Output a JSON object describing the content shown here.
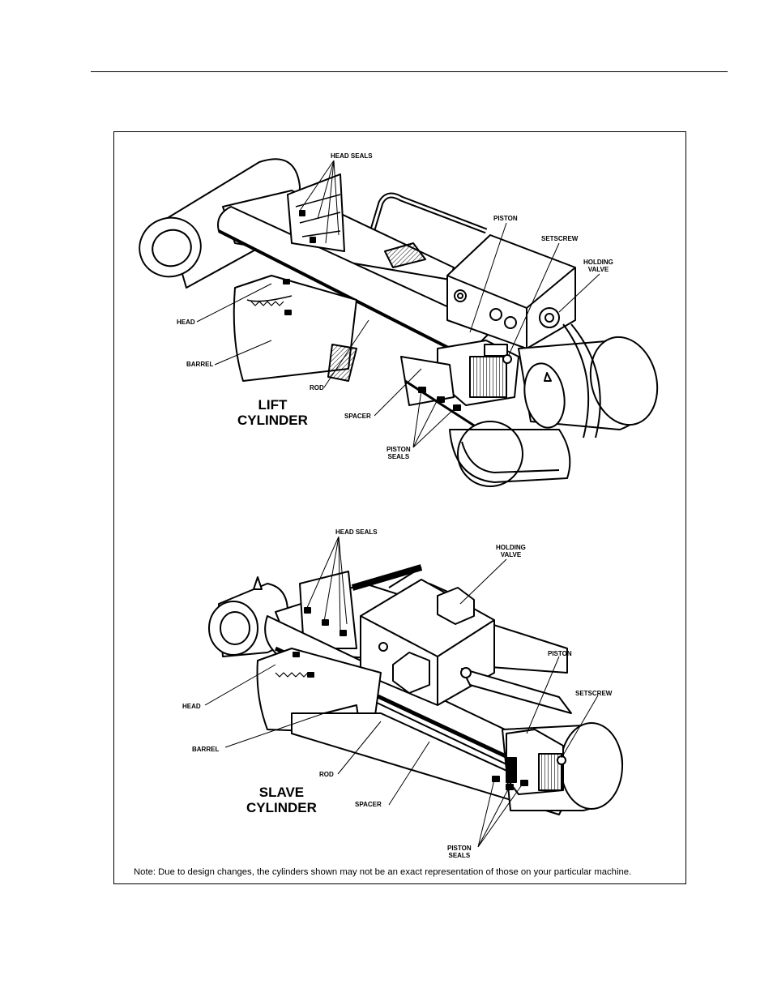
{
  "lift": {
    "title_line1": "LIFT",
    "title_line2": "CYLINDER",
    "head_seals": "HEAD SEALS",
    "piston": "PISTON",
    "setscrew": "SETSCREW",
    "holding_line1": "HOLDING",
    "holding_line2": "VALVE",
    "head": "HEAD",
    "barrel": "BARREL",
    "rod": "ROD",
    "spacer": "SPACER",
    "piston_seals_line1": "PISTON",
    "piston_seals_line2": "SEALS"
  },
  "slave": {
    "title_line1": "SLAVE",
    "title_line2": "CYLINDER",
    "head_seals": "HEAD SEALS",
    "holding_line1": "HOLDING",
    "holding_line2": "VALVE",
    "piston": "PISTON",
    "setscrew": "SETSCREW",
    "head": "HEAD",
    "barrel": "BARREL",
    "rod": "ROD",
    "spacer": "SPACER",
    "piston_seals_line1": "PISTON",
    "piston_seals_line2": "SEALS"
  },
  "note": "Note: Due to design changes, the cylinders shown may not be an exact representation of those on your particular machine."
}
